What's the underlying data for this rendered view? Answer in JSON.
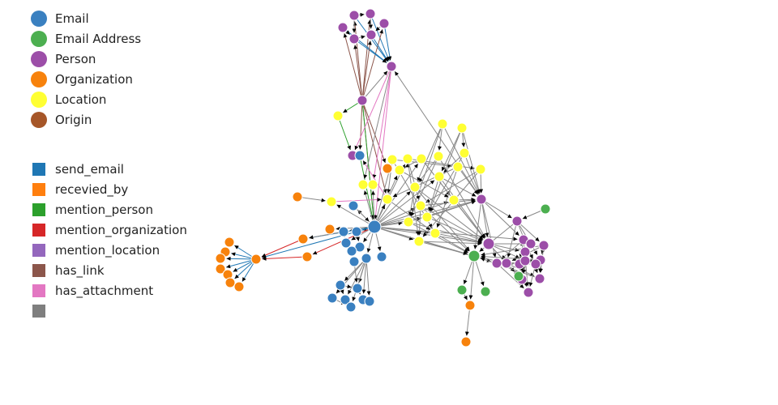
{
  "legend": {
    "node_types": [
      {
        "label": "Email",
        "color": "#3a80c0"
      },
      {
        "label": "Email Address",
        "color": "#4caf50"
      },
      {
        "label": "Person",
        "color": "#9c4ea8"
      },
      {
        "label": "Organization",
        "color": "#f7820c"
      },
      {
        "label": "Location",
        "color": "#ffff33"
      },
      {
        "label": "Origin",
        "color": "#a65628"
      }
    ],
    "edge_types": [
      {
        "label": "send_email",
        "color": "#1f77b4"
      },
      {
        "label": "recevied_by",
        "color": "#ff7f0e"
      },
      {
        "label": "mention_person",
        "color": "#2ca02c"
      },
      {
        "label": "mention_organization",
        "color": "#d62728"
      },
      {
        "label": "mention_location",
        "color": "#9467bd"
      },
      {
        "label": "has_link",
        "color": "#8c564b"
      },
      {
        "label": "has_attachment",
        "color": "#e377c2"
      },
      {
        "label": "",
        "color": "#7f7f7f"
      }
    ]
  },
  "colors": {
    "node_stroke": "#ffffff",
    "arrow": "#000000",
    "default_edge": "#888888"
  }
}
